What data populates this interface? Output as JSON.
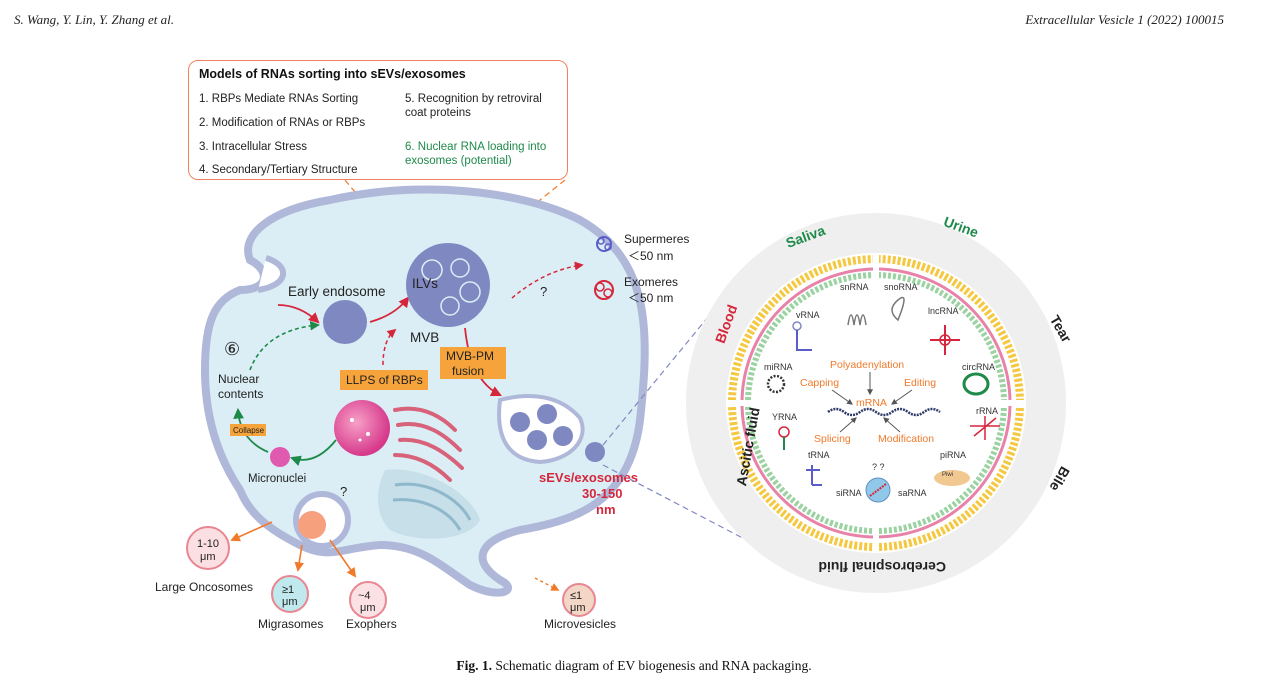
{
  "header": {
    "authors": "S. Wang, Y. Lin, Y. Zhang et al.",
    "journal": "Extracellular Vesicle 1 (2022) 100015"
  },
  "models_box": {
    "title": "Models of RNAs sorting into sEVs/exosomes",
    "items": [
      "1. RBPs Mediate RNAs Sorting",
      "2. Modification of RNAs or RBPs",
      "3. Intracellular Stress",
      "4. Secondary/Tertiary Structure",
      "5. Recognition by retroviral coat proteins",
      "6. Nuclear RNA loading into exosomes (potential)"
    ]
  },
  "cell": {
    "early_endosome": "Early endosome",
    "ilvs": "ILVs",
    "mvb": "MVB",
    "mvb_pm_fusion": "MVB-PM fusion",
    "llps": "LLPS of RBPs",
    "nuclear_contents": "Nuclear contents",
    "collapse": "Collapse",
    "micronuclei": "Micronuclei",
    "circled_six": "⑥",
    "question": "?",
    "sevs_title": "sEVs/exosomes",
    "sevs_size": "30-150",
    "sevs_unit": "nm"
  },
  "outside": {
    "supermeres": "Supermeres",
    "supermeres_size": "＜50 nm",
    "exomeres": "Exomeres",
    "exomeres_size": "＜50 nm",
    "large_oncosomes": "Large Oncosomes",
    "large_oncosomes_size": "1-10",
    "large_oncosomes_unit": "μm",
    "migrasomes": "Migrasomes",
    "migrasomes_size": "≥1",
    "migrasomes_unit": "μm",
    "exophers": "Exophers",
    "exophers_size": "~4",
    "exophers_unit": "μm",
    "microvesicles": "Microvesicles",
    "microvesicles_size": "≤1",
    "microvesicles_unit": "μm",
    "question": "?"
  },
  "ring": {
    "fluids": {
      "saliva": "Saliva",
      "urine": "Urine",
      "tear": "Tear",
      "bile": "Bile",
      "csf": "Cerebrospinal fluid",
      "ascitic": "Ascitic fluid",
      "blood": "Blood"
    },
    "rna_types": {
      "vrna": "vRNA",
      "snrna": "snRNA",
      "snorna": "snoRNA",
      "lncrna": "lncRNA",
      "mirna": "miRNA",
      "circrna": "circRNA",
      "yrna": "YRNA",
      "rrna": "rRNA",
      "trna": "tRNA",
      "sirna": "siRNA",
      "sarna": "saRNA",
      "pirna": "piRNA",
      "piwi": "Piwi",
      "qq": "? ?"
    },
    "processing": {
      "polyadenylation": "Polyadenylation",
      "capping": "Capping",
      "editing": "Editing",
      "mrna": "mRNA",
      "splicing": "Splicing",
      "modification": "Modification"
    }
  },
  "caption": {
    "label": "Fig. 1.",
    "text": "Schematic diagram of EV biogenesis and RNA packaging."
  },
  "colors": {
    "cell_fill": "#dbeef5",
    "cell_border": "#b0b8da",
    "vesicle": "#8088c2",
    "orange_label": "#f5a33a",
    "red_text": "#d6263b",
    "green_text": "#1e8a4a"
  }
}
